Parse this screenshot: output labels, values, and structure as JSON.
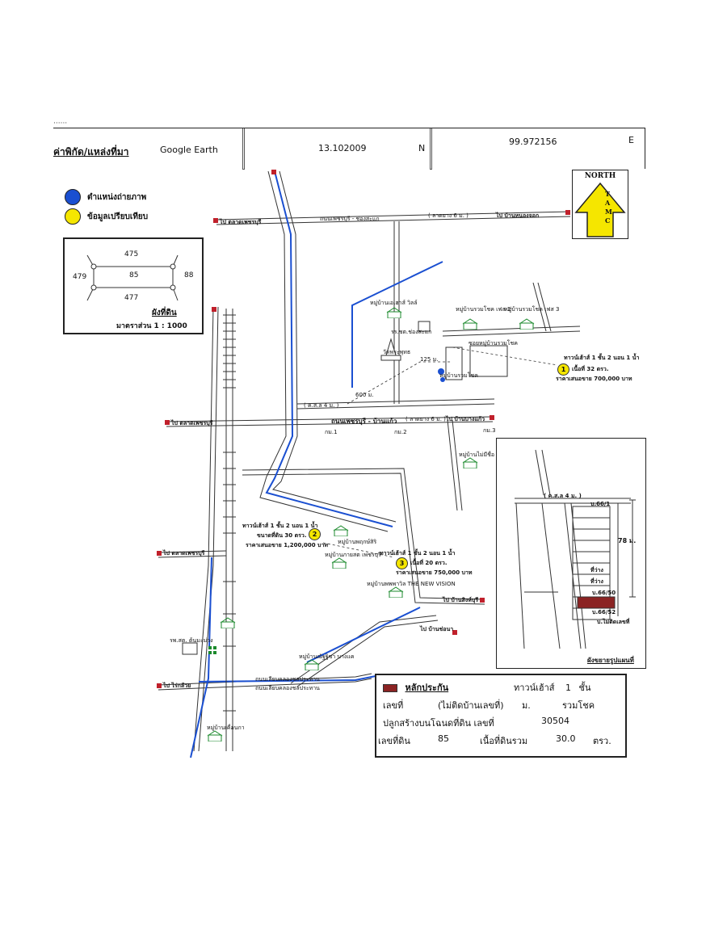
{
  "header": {
    "coord_label": "ค่าพิกัด/แหล่งที่มา",
    "source": "Google Earth",
    "latitude": "13.102009",
    "lat_dir": "N",
    "longitude": "99.972156",
    "lon_dir": "E"
  },
  "legend": {
    "photo_position": "ตำแหน่งถ่ายภาพ",
    "comparison_data": "ข้อมูลเปรียบเทียบ",
    "photo_color": "#1a4fd1",
    "comparison_color": "#f5e600"
  },
  "inset_plan": {
    "north_lot": "475",
    "west_lot": "479",
    "center_lot": "85",
    "east_lot": "88",
    "south_lot": "477",
    "title": "ผังที่ดิน",
    "scale": "มาตราส่วน 1 : 1000"
  },
  "north_sign": {
    "word": "NORTH",
    "letters": [
      "T",
      "A",
      "M",
      "C"
    ],
    "arrow_color": "#f5e600"
  },
  "roads": {
    "top_left_dest": "ไป ตลาดเพชรบุรี",
    "top_road": "ถนนเพชรบุรี - ช่องสะแก",
    "top_right_dest": "ไป บ้านหนองจอก",
    "main_road": "ถนนเพชรบุรี - บ้านแก้ว",
    "main_left_dest": "ไป ตลาดเพชรบุรี",
    "main_right_dest": "ไป บ้านบางแก้ว",
    "mid_left_dest": "ไป ตลาดเพชรบุรี",
    "bottom_left_dest": "ไป ไร่กล้วย",
    "right_dest_1": "ไป บ้านสิงห์บุรี",
    "right_dest_2": "ไป บ้านช่อนา",
    "canal_1": "ถนนเลียบคลองชลประทาน",
    "canal_2": "ถนนเลียบคลองชลประทาน",
    "road_4m": "( ค.ส.ล 4 ม. )",
    "road_6m": "( ลาดยาง 6 ม. )",
    "km1": "กม.1",
    "km2": "กม.2",
    "km3": "กม.3",
    "dist_600": "600 ม.",
    "dist_125": "125 ม."
  },
  "landmarks": {
    "temple": "วัดพระพุทธ",
    "school": "รร.ชต.ช่องสะแก",
    "hospital": "รพ.สต. ต้นมะม่วง",
    "village_1": "หมู่บ้านเอเฮาส์ วิลล์",
    "village_2": "หมู่บ้านรวมโชค เฟส 2",
    "village_3": "หมู่บ้านรวมโชค เฟส 3",
    "village_4": "หมู่บ้านรวมโชค",
    "village_5": "หมู่บ้านไม่มีชื่อ",
    "village_6": "หมู่บ้านพฤกษ์สิริ",
    "village_7": "หมู่บ้านภายสต เพชรบุรี",
    "village_8": "หมู่บ้านพพพาวิล THE NEW VISION",
    "village_9": "หมู่บ้านณัฐฐิชา บางแค",
    "village_10": "หมู่บ้านเคื่อนกา",
    "soi": "ซอยหมู่บ้านรวมโชค"
  },
  "comparables": [
    {
      "no": "1",
      "type": "ทาวน์เฮ้าส์ 1 ชั้น 2 นอน 1 น้ำ",
      "area": "เนื้อที่ 32 ตรว.",
      "price": "ราคาเสนอขาย 700,000 บาท"
    },
    {
      "no": "2",
      "type": "ทาวน์เฮ้าส์ 1 ชั้น 2 นอน 1 น้ำ",
      "area": "ขนาดที่ดิน 30 ตรว.",
      "price": "ราคาเสนอขาย 1,200,000 บาท"
    },
    {
      "no": "3",
      "type": "ทาวน์เฮ้าส์ 1 ชั้น 2 นอน 1 น้ำ",
      "area": "เนื้อที่ 20 ตรว.",
      "price": "ราคาเสนอขาย 750,000 บาท"
    }
  ],
  "plot_diagram": {
    "road": "( ค.ส.ล 4 ม. )",
    "unit_top": "บ.66/1",
    "label_a": "ที่ว่าง",
    "label_b": "ที่ว่าง",
    "unit_c": "บ.66/50",
    "unit_d": "บ.66/52",
    "unit_e": "บ.ไม่ติดเลขที่",
    "dim": "78 ม.",
    "caption": "ผังขยายรูปแผนที่"
  },
  "collateral": {
    "title": "หลักประกัน",
    "type": "ทาวน์เฮ้าส์",
    "floors": "1",
    "floors_unit": "ชั้น",
    "house_no_label": "เลขที่",
    "house_no": "(ไม่ติดบ้านเลขที่)",
    "moo_label": "ม.",
    "village": "รวมโชค",
    "deed_label": "ปลูกสร้างบนโฉนดที่ดิน เลขที่",
    "deed_no": "30504",
    "parcel_label": "เลขที่ดิน",
    "parcel_no": "85",
    "area_label": "เนื้อที่ดินรวม",
    "area_value": "30.0",
    "area_unit": "ตรว."
  }
}
